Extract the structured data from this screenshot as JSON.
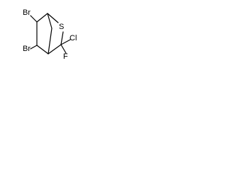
{
  "molecule": {
    "atoms": {
      "br_top": "Br",
      "br_bottom": "Br",
      "s": "S",
      "cl": "Cl",
      "f": "F"
    },
    "colors": {
      "bond": "#000000",
      "text": "#000000",
      "background": "#ffffff"
    }
  }
}
